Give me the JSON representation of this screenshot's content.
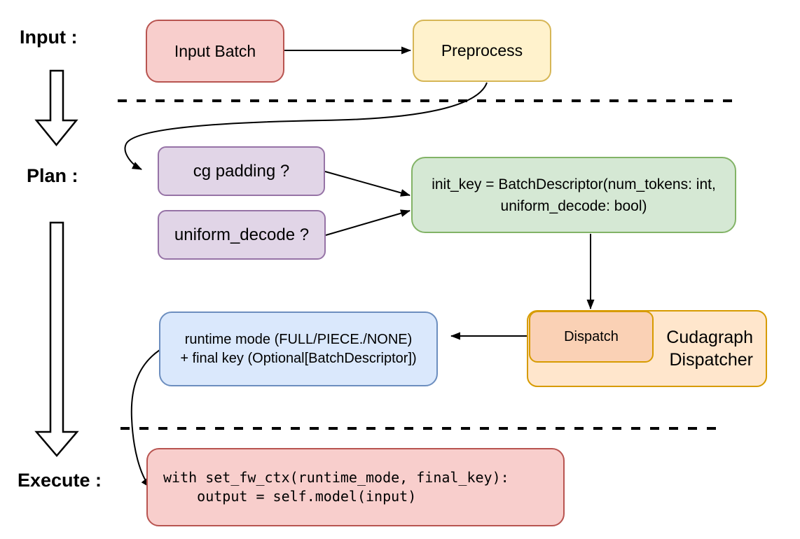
{
  "stage_labels": {
    "input": "Input :",
    "plan": "Plan :",
    "execute": "Execute :"
  },
  "nodes": {
    "input_batch": {
      "label": "Input Batch"
    },
    "preprocess": {
      "label": "Preprocess"
    },
    "cg_padding": {
      "label": "cg padding ?"
    },
    "uniform_decode": {
      "label": "uniform_decode ?"
    },
    "init_key": {
      "line1": "init_key = BatchDescriptor(num_tokens: int,",
      "line2": "uniform_decode: bool)"
    },
    "dispatch": {
      "label": "Dispatch"
    },
    "cudagraph_dispatcher": {
      "line1": "Cudagraph",
      "line2": "Dispatcher"
    },
    "runtime_result": {
      "line1": "runtime mode (FULL/PIECE./NONE)",
      "line2": "+ final key (Optional[BatchDescriptor])"
    },
    "execute_code": {
      "line1": "with set_fw_ctx(runtime_mode, final_key):",
      "line2": "    output = self.model(input)"
    }
  },
  "colors": {
    "red_fill": "#F8CECC",
    "red_stroke": "#B85450",
    "yellow_fill": "#FFF2CC",
    "yellow_stroke": "#D6B656",
    "purple_fill": "#E1D5E7",
    "purple_stroke": "#9673A6",
    "green_fill": "#D5E8D4",
    "green_stroke": "#82B366",
    "orange_fill": "#FFE6CC",
    "orange_stroke": "#D79B00",
    "peach_fill": "#FAD1B5",
    "blue_fill": "#DAE8FC",
    "blue_stroke": "#6C8EBF",
    "connector": "#000000",
    "background": "#FFFFFF"
  }
}
